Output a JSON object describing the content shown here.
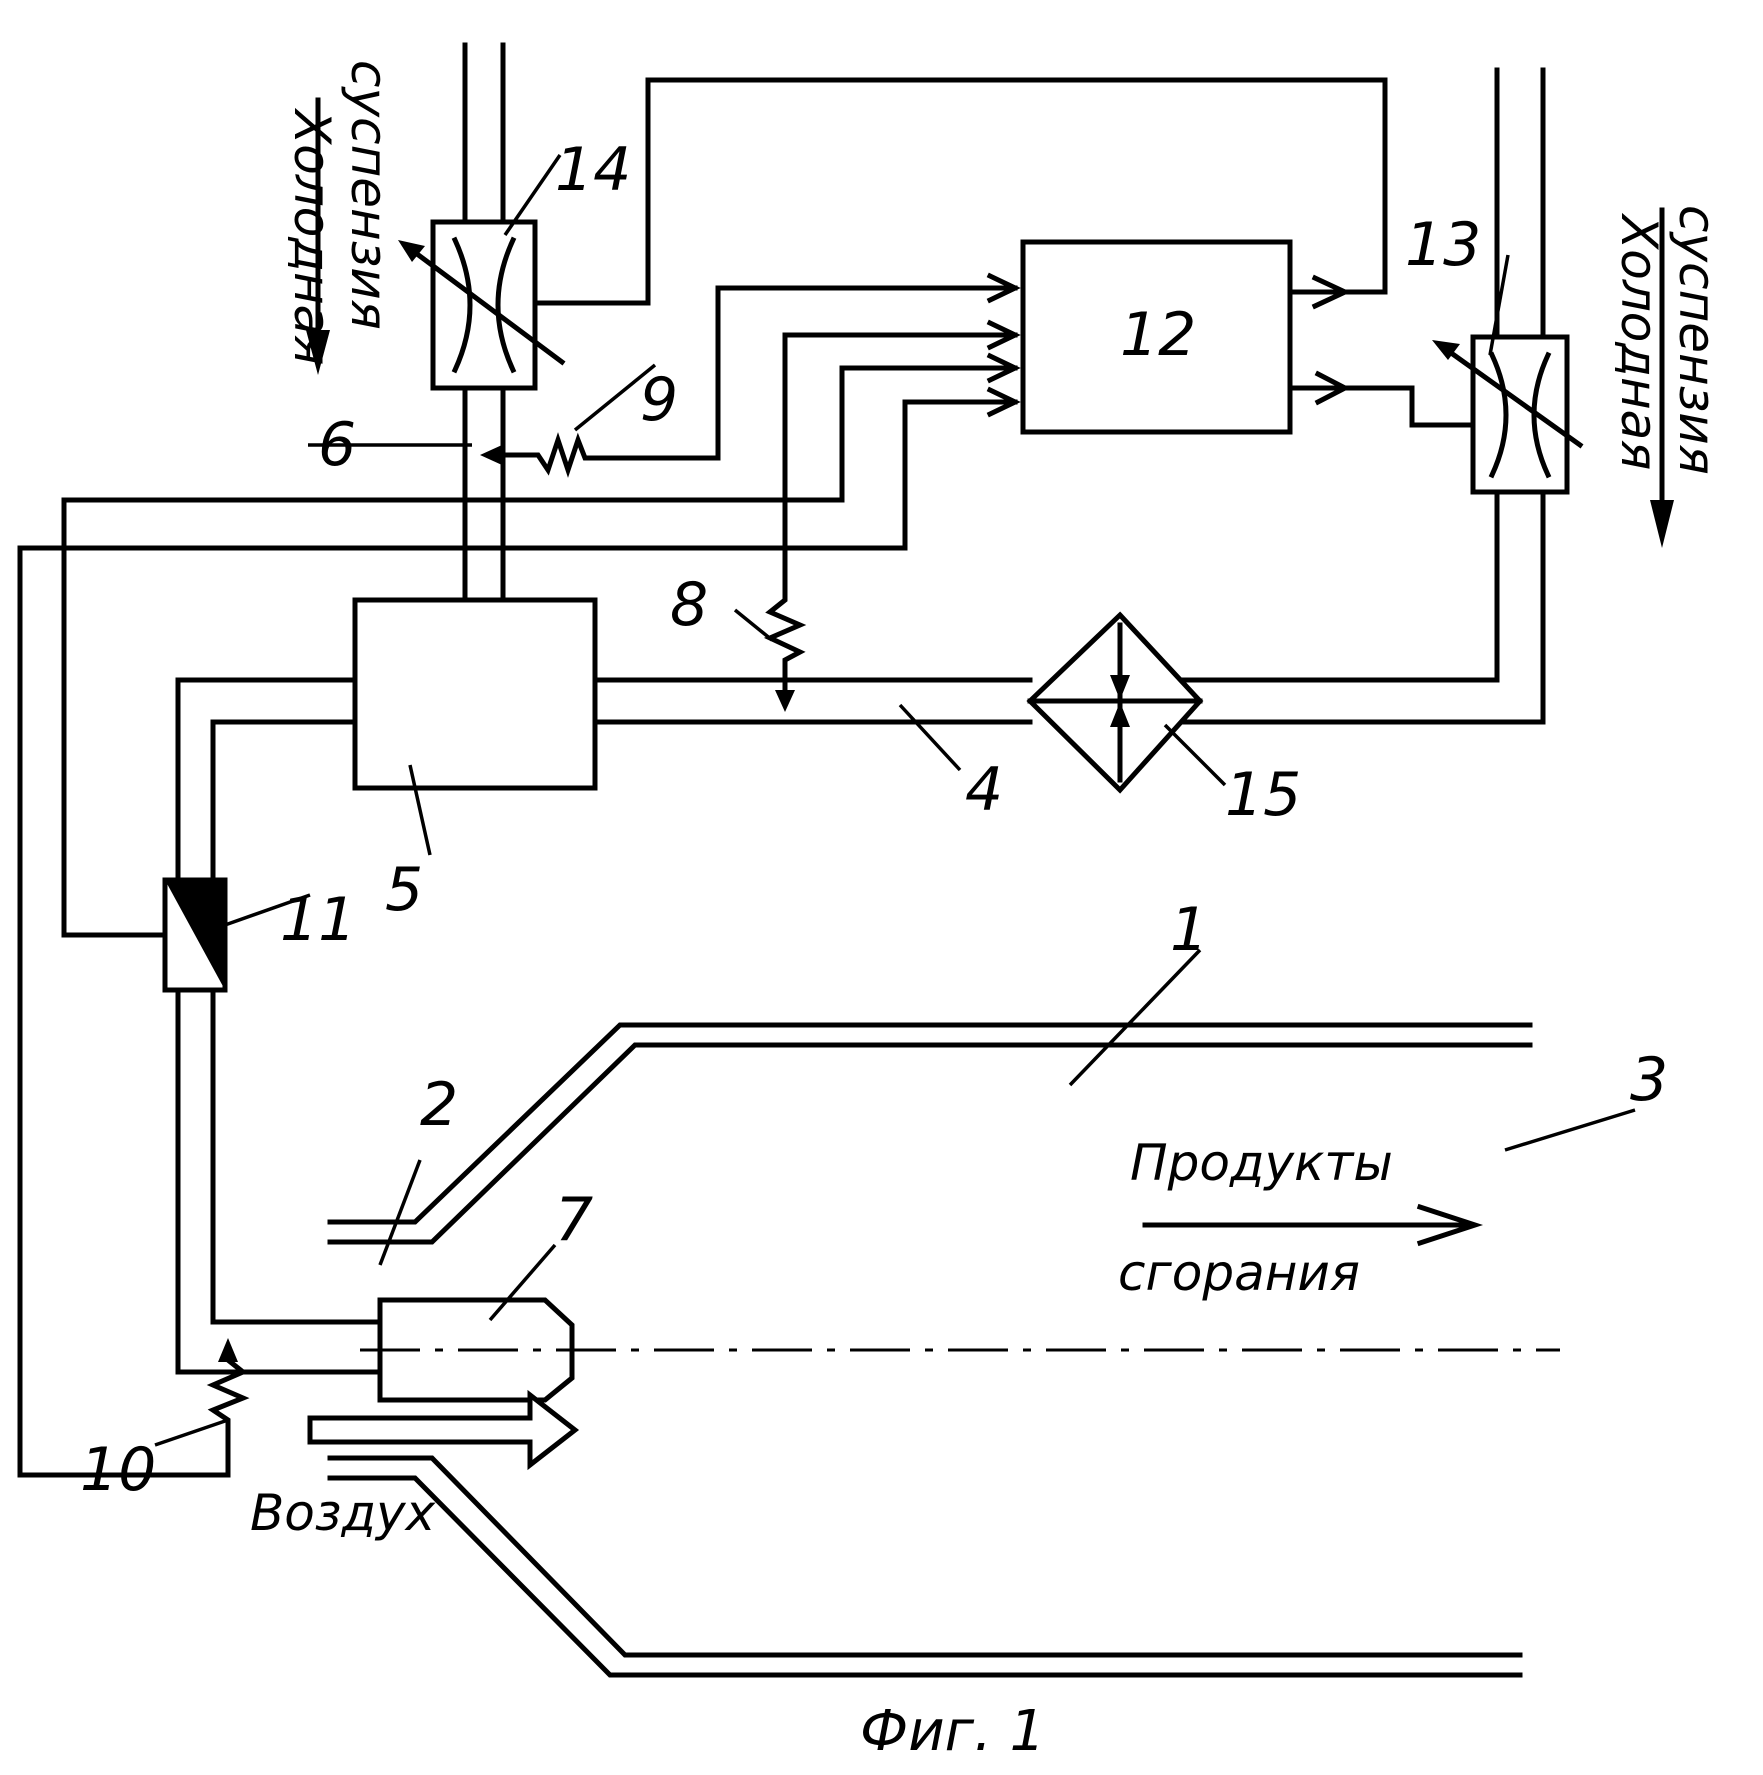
{
  "labels": {
    "l1": "1",
    "l2": "2",
    "l3": "3",
    "l4": "4",
    "l5": "5",
    "l6": "6",
    "l7": "7",
    "l8": "8",
    "l9": "9",
    "l10": "10",
    "l11": "11",
    "l12": "12",
    "l13": "13",
    "l14": "14",
    "l15": "15"
  },
  "texts": {
    "cold_left_line1": "Холодная",
    "cold_left_line2": "суспензия",
    "cold_right_line1": "Холодная",
    "cold_right_line2": "суспензия",
    "products_line1": "Продукты",
    "products_line2": "сгорания",
    "air": "Воздух",
    "caption": "Фиг. 1"
  }
}
